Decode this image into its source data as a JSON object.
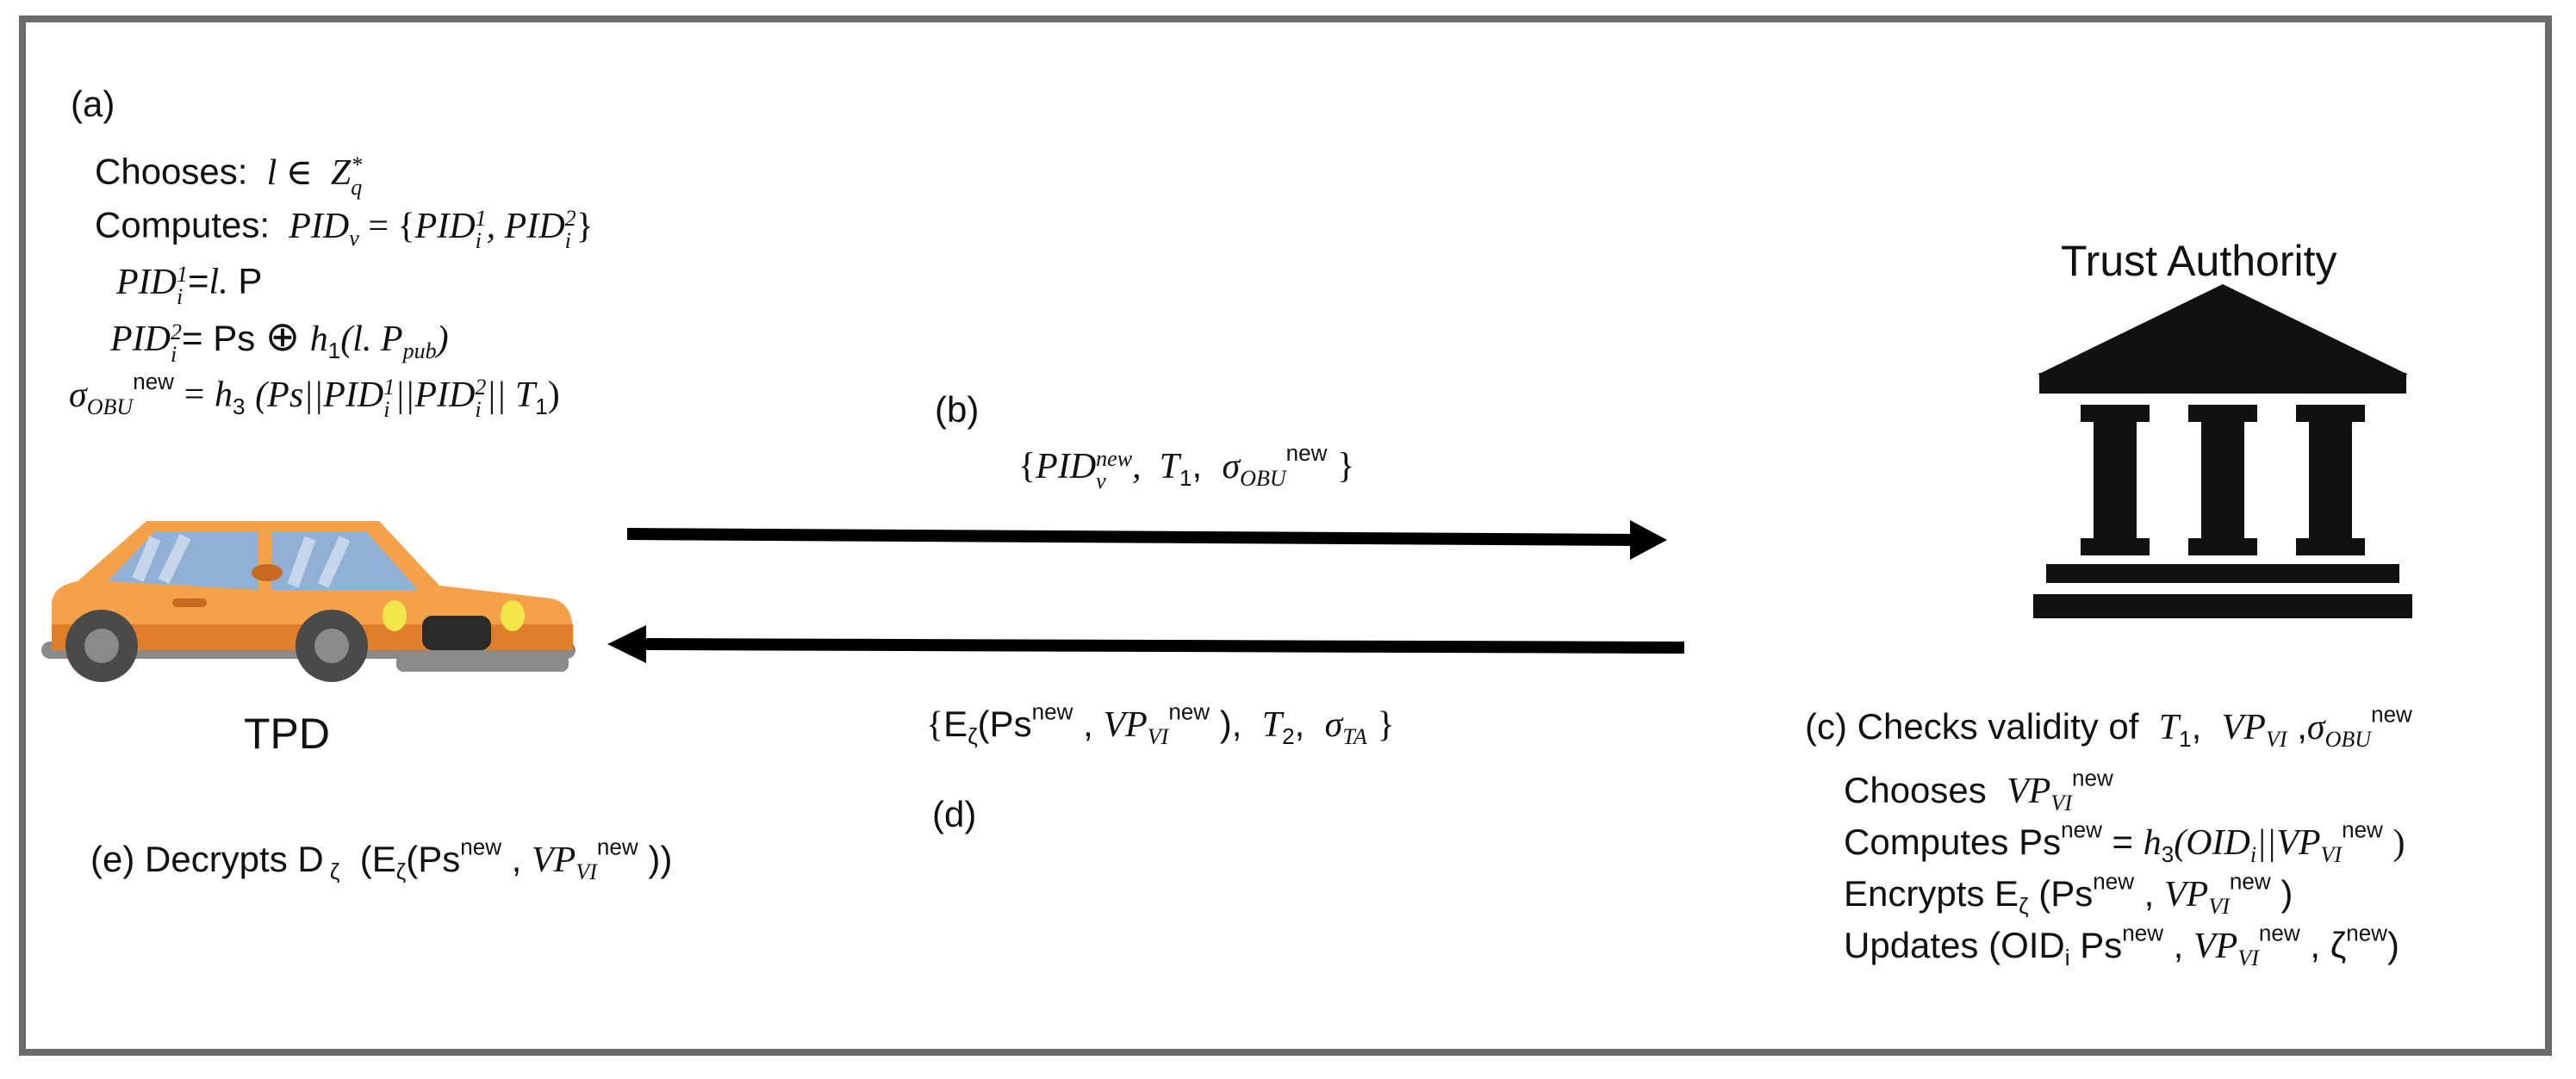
{
  "panel_a": {
    "label": "(a)",
    "chooses_label": "Chooses:",
    "chooses_expr": "l ∈ Zq*",
    "computes_label": "Computes:",
    "computes_expr": "PIDv = {PIDi1, PIDi2}",
    "pid1_line": "PIDi1=l. P",
    "pid2_line": "PIDi2= Ps ⊕ h1(l. Ppub)",
    "sigma_line": "σOBU new = h3 (Ps||PIDi1||PIDi2|| T1)"
  },
  "panel_b": {
    "label": "(b)",
    "message": "{PIDvnew, T1, σOBU new }"
  },
  "panel_c": {
    "checks_line": "(c) Checks validity of T1, VPVI ,σOBU new",
    "chooses_line": "Chooses VPVI new",
    "computes_line": "Computes Psnew = h3(OIDi||VPVI new )",
    "encrypts_line": "Encrypts Eζ (Psnew , VPVI new )",
    "updates_line": "Updates (OIDi Psnew , VPVI new , ζnew)"
  },
  "panel_d": {
    "label": "(d)",
    "message": "{Eζ(Psnew , VPVI new ), T2, σTA }"
  },
  "panel_e": {
    "decrypts_line": "(e) Decrypts Dζ (Eζ(Psnew , VPVI new ))"
  },
  "entities": {
    "vehicle_label": "TPD",
    "authority_label": "Trust Authority"
  },
  "colors": {
    "frame": "#6b6b6b",
    "car_body": "#f4a14a",
    "car_shadow": "#e07e2a",
    "car_window": "#90b0d6",
    "building": "#111111",
    "arrows": "#000000"
  },
  "icons": {
    "vehicle": "car-icon",
    "authority": "bank-building-icon"
  }
}
